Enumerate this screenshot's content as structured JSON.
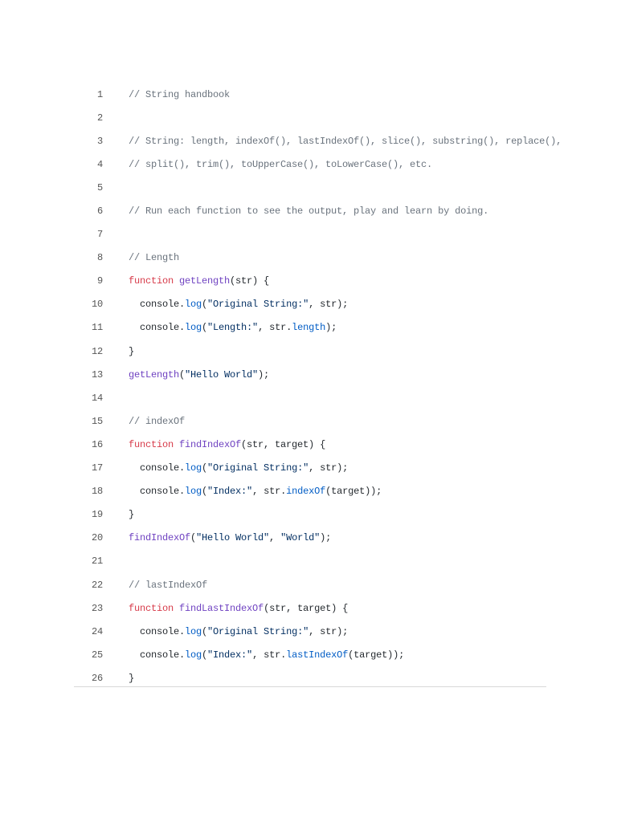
{
  "code": {
    "lines": [
      {
        "n": "1",
        "tokens": [
          {
            "t": "// String handbook",
            "k": "comment"
          }
        ]
      },
      {
        "n": "2",
        "tokens": []
      },
      {
        "n": "3",
        "tokens": [
          {
            "t": "// String: length, indexOf(), lastIndexOf(), slice(), substring(), replace(),",
            "k": "comment"
          }
        ]
      },
      {
        "n": "4",
        "tokens": [
          {
            "t": "// split(), trim(), toUpperCase(), toLowerCase(), etc.",
            "k": "comment"
          }
        ]
      },
      {
        "n": "5",
        "tokens": []
      },
      {
        "n": "6",
        "tokens": [
          {
            "t": "// Run each function to see the output, play and learn by doing.",
            "k": "comment"
          }
        ]
      },
      {
        "n": "7",
        "tokens": []
      },
      {
        "n": "8",
        "tokens": [
          {
            "t": "// Length",
            "k": "comment"
          }
        ]
      },
      {
        "n": "9",
        "tokens": [
          {
            "t": "function",
            "k": "keyword"
          },
          {
            "t": " ",
            "k": "plain"
          },
          {
            "t": "getLength",
            "k": "fn"
          },
          {
            "t": "(str) {",
            "k": "plain"
          }
        ]
      },
      {
        "n": "10",
        "tokens": [
          {
            "t": "  console.",
            "k": "plain"
          },
          {
            "t": "log",
            "k": "method"
          },
          {
            "t": "(",
            "k": "plain"
          },
          {
            "t": "\"Original String:\"",
            "k": "string"
          },
          {
            "t": ", str);",
            "k": "plain"
          }
        ]
      },
      {
        "n": "11",
        "tokens": [
          {
            "t": "  console.",
            "k": "plain"
          },
          {
            "t": "log",
            "k": "method"
          },
          {
            "t": "(",
            "k": "plain"
          },
          {
            "t": "\"Length:\"",
            "k": "string"
          },
          {
            "t": ", str.",
            "k": "plain"
          },
          {
            "t": "length",
            "k": "prop"
          },
          {
            "t": ");",
            "k": "plain"
          }
        ]
      },
      {
        "n": "12",
        "tokens": [
          {
            "t": "}",
            "k": "plain"
          }
        ]
      },
      {
        "n": "13",
        "tokens": [
          {
            "t": "getLength",
            "k": "fn"
          },
          {
            "t": "(",
            "k": "plain"
          },
          {
            "t": "\"Hello World\"",
            "k": "string"
          },
          {
            "t": ");",
            "k": "plain"
          }
        ]
      },
      {
        "n": "14",
        "tokens": []
      },
      {
        "n": "15",
        "tokens": [
          {
            "t": "// indexOf",
            "k": "comment"
          }
        ]
      },
      {
        "n": "16",
        "tokens": [
          {
            "t": "function",
            "k": "keyword"
          },
          {
            "t": " ",
            "k": "plain"
          },
          {
            "t": "findIndexOf",
            "k": "fn"
          },
          {
            "t": "(str, target) {",
            "k": "plain"
          }
        ]
      },
      {
        "n": "17",
        "tokens": [
          {
            "t": "  console.",
            "k": "plain"
          },
          {
            "t": "log",
            "k": "method"
          },
          {
            "t": "(",
            "k": "plain"
          },
          {
            "t": "\"Original String:\"",
            "k": "string"
          },
          {
            "t": ", str);",
            "k": "plain"
          }
        ]
      },
      {
        "n": "18",
        "tokens": [
          {
            "t": "  console.",
            "k": "plain"
          },
          {
            "t": "log",
            "k": "method"
          },
          {
            "t": "(",
            "k": "plain"
          },
          {
            "t": "\"Index:\"",
            "k": "string"
          },
          {
            "t": ", str.",
            "k": "plain"
          },
          {
            "t": "indexOf",
            "k": "method"
          },
          {
            "t": "(target));",
            "k": "plain"
          }
        ]
      },
      {
        "n": "19",
        "tokens": [
          {
            "t": "}",
            "k": "plain"
          }
        ]
      },
      {
        "n": "20",
        "tokens": [
          {
            "t": "findIndexOf",
            "k": "fn"
          },
          {
            "t": "(",
            "k": "plain"
          },
          {
            "t": "\"Hello World\"",
            "k": "string"
          },
          {
            "t": ", ",
            "k": "plain"
          },
          {
            "t": "\"World\"",
            "k": "string"
          },
          {
            "t": ");",
            "k": "plain"
          }
        ]
      },
      {
        "n": "21",
        "tokens": []
      },
      {
        "n": "22",
        "tokens": [
          {
            "t": "// lastIndexOf",
            "k": "comment"
          }
        ]
      },
      {
        "n": "23",
        "tokens": [
          {
            "t": "function",
            "k": "keyword"
          },
          {
            "t": " ",
            "k": "plain"
          },
          {
            "t": "findLastIndexOf",
            "k": "fn"
          },
          {
            "t": "(str, target) {",
            "k": "plain"
          }
        ]
      },
      {
        "n": "24",
        "tokens": [
          {
            "t": "  console.",
            "k": "plain"
          },
          {
            "t": "log",
            "k": "method"
          },
          {
            "t": "(",
            "k": "plain"
          },
          {
            "t": "\"Original String:\"",
            "k": "string"
          },
          {
            "t": ", str);",
            "k": "plain"
          }
        ]
      },
      {
        "n": "25",
        "tokens": [
          {
            "t": "  console.",
            "k": "plain"
          },
          {
            "t": "log",
            "k": "method"
          },
          {
            "t": "(",
            "k": "plain"
          },
          {
            "t": "\"Index:\"",
            "k": "string"
          },
          {
            "t": ", str.",
            "k": "plain"
          },
          {
            "t": "lastIndexOf",
            "k": "method"
          },
          {
            "t": "(target));",
            "k": "plain"
          }
        ]
      },
      {
        "n": "26",
        "tokens": [
          {
            "t": "}",
            "k": "plain"
          }
        ]
      }
    ]
  },
  "colors": {
    "comment": "#6a737d",
    "keyword": "#d73a49",
    "function_name": "#6f42c1",
    "method": "#005cc5",
    "string": "#032f62",
    "plain": "#24292e",
    "line_number": "#555555"
  }
}
